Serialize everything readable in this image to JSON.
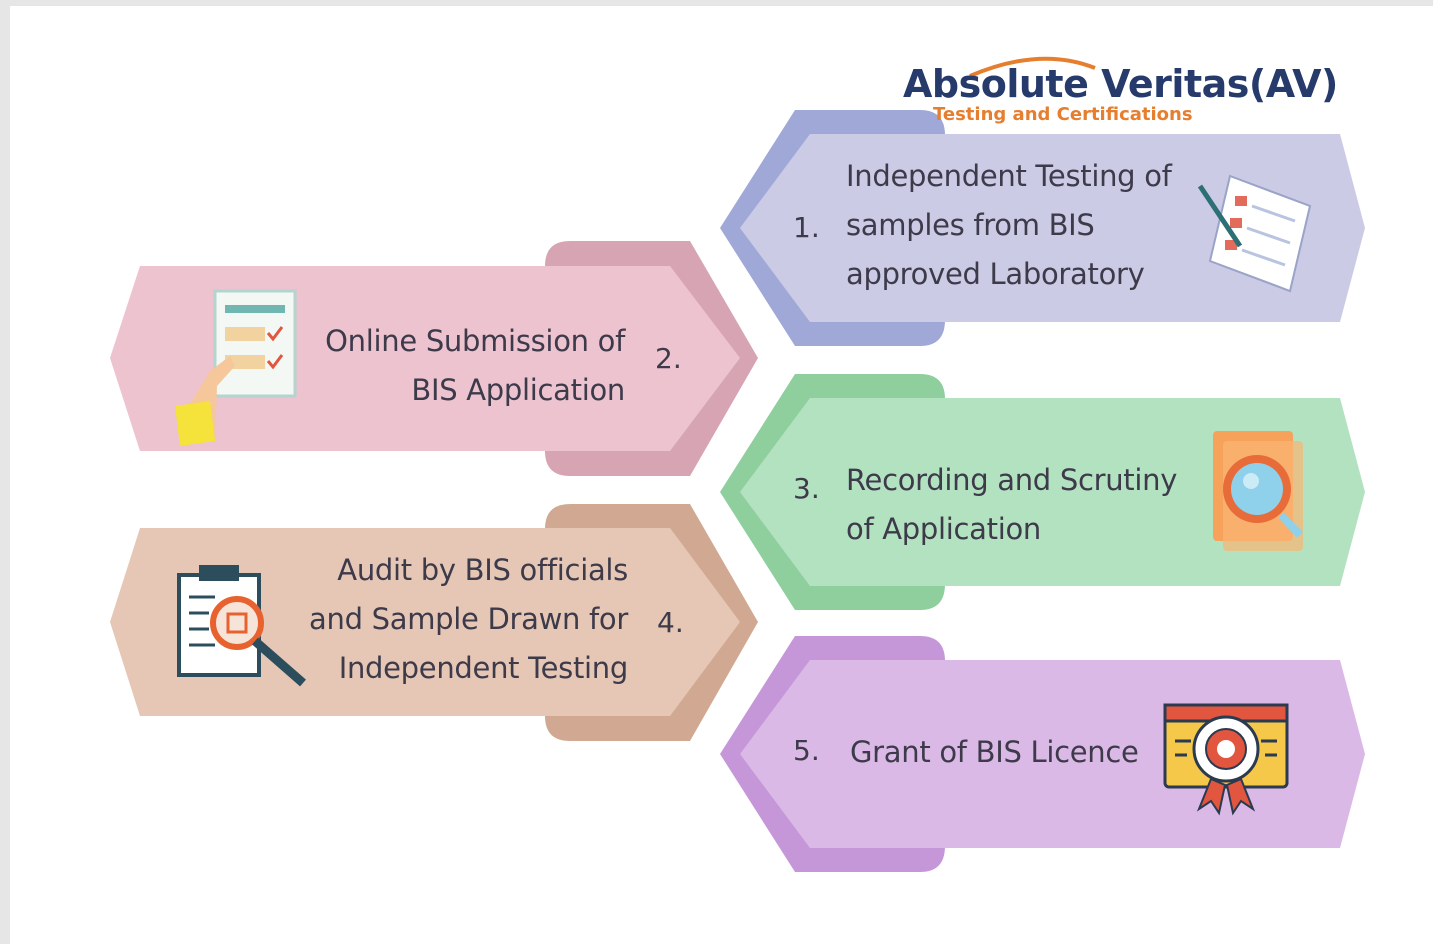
{
  "logo": {
    "title": "Absolute Veritas(AV)",
    "subtitle": "Testing and Certifications",
    "title_color": "#263a6b",
    "accent_color": "#e57e2f"
  },
  "steps": [
    {
      "number": "1.",
      "lines": [
        "Independent Testing of",
        "samples from BIS",
        "approved Laboratory"
      ],
      "color": "#cbcbe6",
      "shadow_color": "#9fa8d6",
      "icon": "checklist-document-icon"
    },
    {
      "number": "2.",
      "lines": [
        "Online Submission of",
        "BIS Application"
      ],
      "color": "#ecc3cf",
      "shadow_color": "#d7a4b3",
      "icon": "online-form-hand-icon"
    },
    {
      "number": "3.",
      "lines": [
        "Recording and Scrutiny",
        "of Application"
      ],
      "color": "#b3e2c1",
      "shadow_color": "#8fcf9e",
      "icon": "document-magnifier-icon"
    },
    {
      "number": "4.",
      "lines": [
        "Audit by BIS officials",
        "and Sample Drawn for",
        "Independent Testing"
      ],
      "color": "#e6c7b5",
      "shadow_color": "#d1a992",
      "icon": "clipboard-inspection-icon"
    },
    {
      "number": "5.",
      "lines": [
        "Grant of BIS Licence"
      ],
      "color": "#dbb9e6",
      "shadow_color": "#c597d8",
      "icon": "certificate-badge-icon"
    }
  ]
}
